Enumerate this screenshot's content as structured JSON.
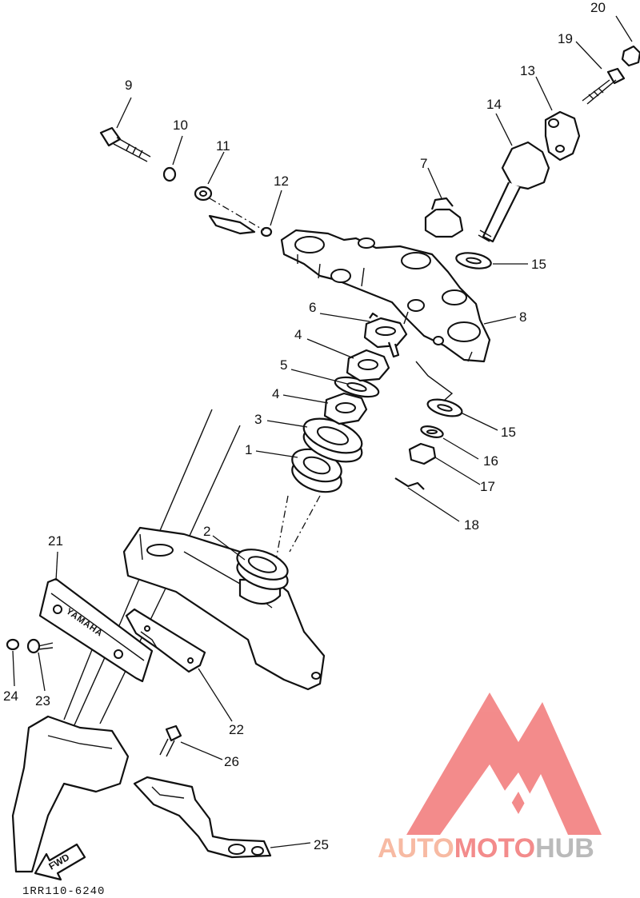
{
  "diagram_code": "1RR110-6240",
  "engraving": "YAMAHA",
  "fwd_label": "FWD",
  "watermark": {
    "part1": "AUTO",
    "part2": "MOTO",
    "part3": "HUB",
    "color_light": "#f7b39a",
    "color_main": "#f27f7f",
    "color_grey": "#b3b3b3"
  },
  "callouts": [
    {
      "id": "c20",
      "label": "20"
    },
    {
      "id": "c19",
      "label": "19"
    },
    {
      "id": "c13",
      "label": "13"
    },
    {
      "id": "c14",
      "label": "14"
    },
    {
      "id": "c9",
      "label": "9"
    },
    {
      "id": "c10",
      "label": "10"
    },
    {
      "id": "c11",
      "label": "11"
    },
    {
      "id": "c12",
      "label": "12"
    },
    {
      "id": "c7",
      "label": "7"
    },
    {
      "id": "c15a",
      "label": "15"
    },
    {
      "id": "c6",
      "label": "6"
    },
    {
      "id": "c8",
      "label": "8"
    },
    {
      "id": "c4a",
      "label": "4"
    },
    {
      "id": "c5",
      "label": "5"
    },
    {
      "id": "c4b",
      "label": "4"
    },
    {
      "id": "c3",
      "label": "3"
    },
    {
      "id": "c15b",
      "label": "15"
    },
    {
      "id": "c1",
      "label": "1"
    },
    {
      "id": "c16",
      "label": "16"
    },
    {
      "id": "c17",
      "label": "17"
    },
    {
      "id": "c18",
      "label": "18"
    },
    {
      "id": "c2",
      "label": "2"
    },
    {
      "id": "c21",
      "label": "21"
    },
    {
      "id": "c24",
      "label": "24"
    },
    {
      "id": "c23",
      "label": "23"
    },
    {
      "id": "c22",
      "label": "22"
    },
    {
      "id": "c26",
      "label": "26"
    },
    {
      "id": "c25",
      "label": "25"
    }
  ]
}
